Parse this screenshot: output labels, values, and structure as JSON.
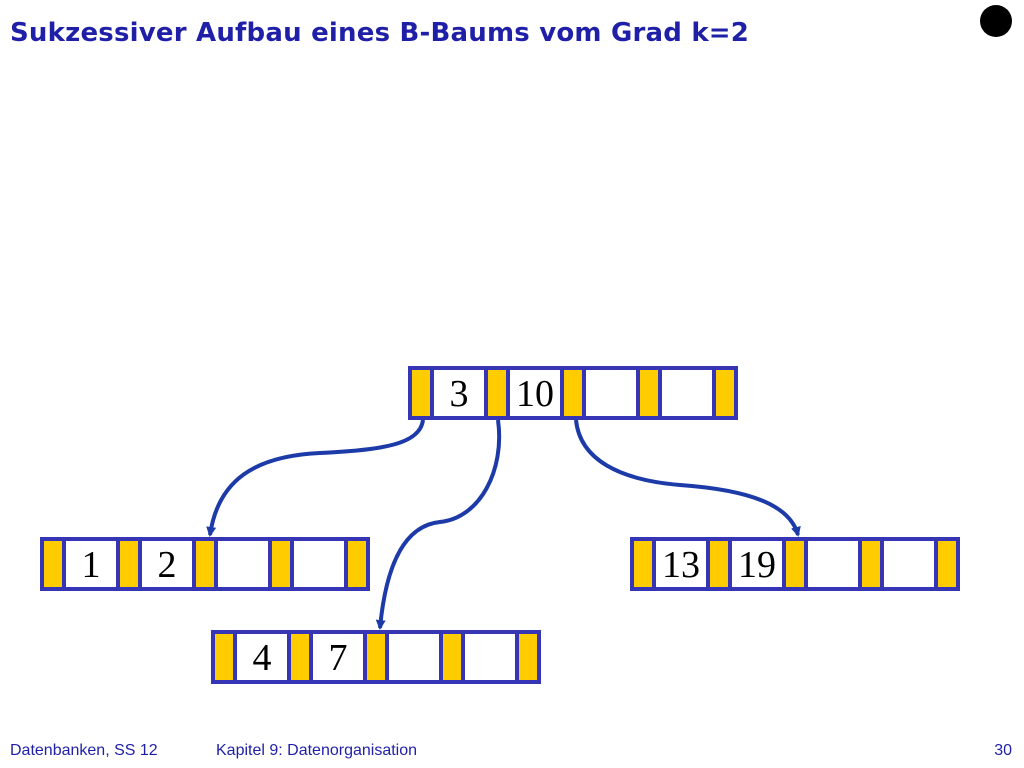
{
  "slide": {
    "title": "Sukzessiver Aufbau eines B-Baums vom Grad k=2",
    "footer_course": "Datenbanken, SS 12",
    "footer_chapter": "Kapitel 9: Datenorganisation",
    "page_number": "30"
  },
  "colors": {
    "title": "#1f1fa8",
    "node_border": "#3535b5",
    "pointer_fill": "#ffcc00",
    "edge": "#1c3aa8"
  },
  "tree": {
    "root": {
      "keys": [
        "3",
        "10",
        "",
        ""
      ]
    },
    "leaf_left": {
      "keys": [
        "1",
        "2",
        "",
        ""
      ]
    },
    "leaf_middle": {
      "keys": [
        "4",
        "7",
        "",
        ""
      ]
    },
    "leaf_right": {
      "keys": [
        "13",
        "19",
        "",
        ""
      ]
    }
  }
}
